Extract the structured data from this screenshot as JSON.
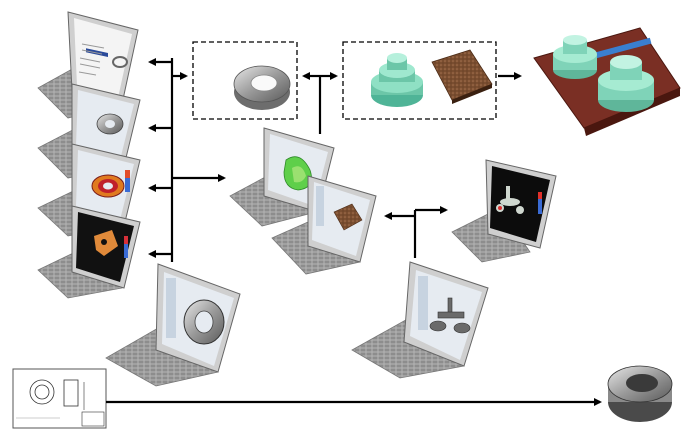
{
  "diagram": {
    "caption": "",
    "colors": {
      "background": "#ffffff",
      "arrow": "#000000",
      "laptop_body": "#bdbdbd",
      "laptop_dark": "#6e6e6e",
      "keyboard": "#a9a9a9",
      "screen_ui": "#dfe6ee",
      "ring_gray": "#9c9c9c",
      "mold_green": "#7fd3b8",
      "sand_brown": "#8a5a3a",
      "plate_red": "#7a2f24",
      "contour_orange": "#e07a20",
      "contour_red": "#c0202a"
    },
    "nodes": [
      {
        "id": "cad-drawing-doc",
        "icon": "document-icon"
      },
      {
        "id": "laptop-report",
        "icon": "laptop-icon"
      },
      {
        "id": "laptop-ring-model",
        "icon": "laptop-icon"
      },
      {
        "id": "laptop-stress-contour",
        "icon": "laptop-icon"
      },
      {
        "id": "laptop-dark-sim",
        "icon": "laptop-icon"
      },
      {
        "id": "laptop-main-ring",
        "icon": "laptop-icon"
      },
      {
        "id": "laptop-green-mesh",
        "icon": "laptop-icon"
      },
      {
        "id": "laptop-sand-mesh",
        "icon": "laptop-icon"
      },
      {
        "id": "laptop-casting-sim",
        "icon": "laptop-icon"
      },
      {
        "id": "laptop-casting-model",
        "icon": "laptop-icon"
      },
      {
        "id": "ring-pattern-box",
        "icon": "ring-icon"
      },
      {
        "id": "mold-sand-box",
        "icon": "mold-icon"
      },
      {
        "id": "mold-plate-final",
        "icon": "mold-plate-icon"
      },
      {
        "id": "final-ring-part",
        "icon": "ring-icon"
      }
    ]
  }
}
